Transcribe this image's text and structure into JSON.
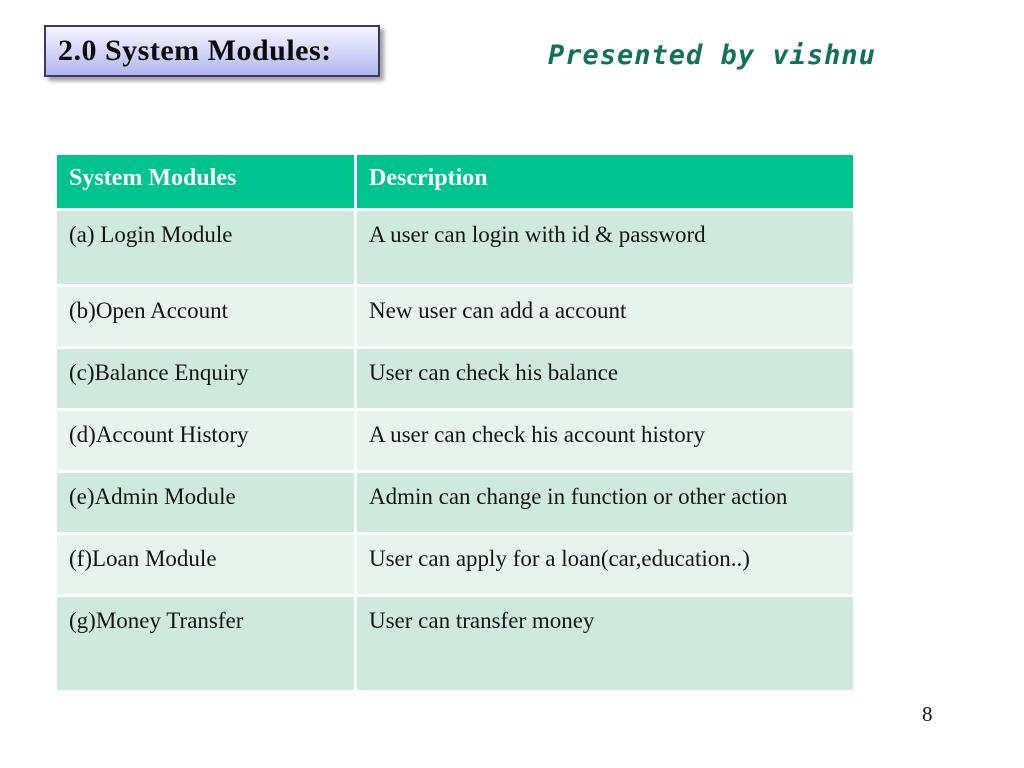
{
  "slide": {
    "title": "2.0 System Modules:",
    "presented_by": "Presented by vishnu",
    "page_number": "8"
  },
  "table": {
    "headers": [
      "System Modules",
      "Description"
    ],
    "rows": [
      {
        "module": "(a) Login Module",
        "description": "A user can login with id & password"
      },
      {
        "module": "(b)Open Account",
        "description": "New user can add a account"
      },
      {
        "module": "(c)Balance Enquiry",
        "description": "User can check his balance"
      },
      {
        "module": "(d)Account History",
        "description": "A user can check his account history"
      },
      {
        "module": "(e)Admin Module",
        "description": "Admin can change in function or other action"
      },
      {
        "module": "(f)Loan Module",
        "description": "User can apply for a loan(car,education..)"
      },
      {
        "module": "(g)Money Transfer",
        "description": "User can transfer money"
      }
    ]
  },
  "colors": {
    "header_bg": "#00c48f",
    "row_dark": "#cfe9de",
    "row_light": "#e7f4ed",
    "presented_by_text": "#13705c",
    "title_box_gradient_top": "#f4f4fe",
    "title_box_gradient_bottom": "#b3b6ef",
    "title_box_border": "#38386b"
  }
}
